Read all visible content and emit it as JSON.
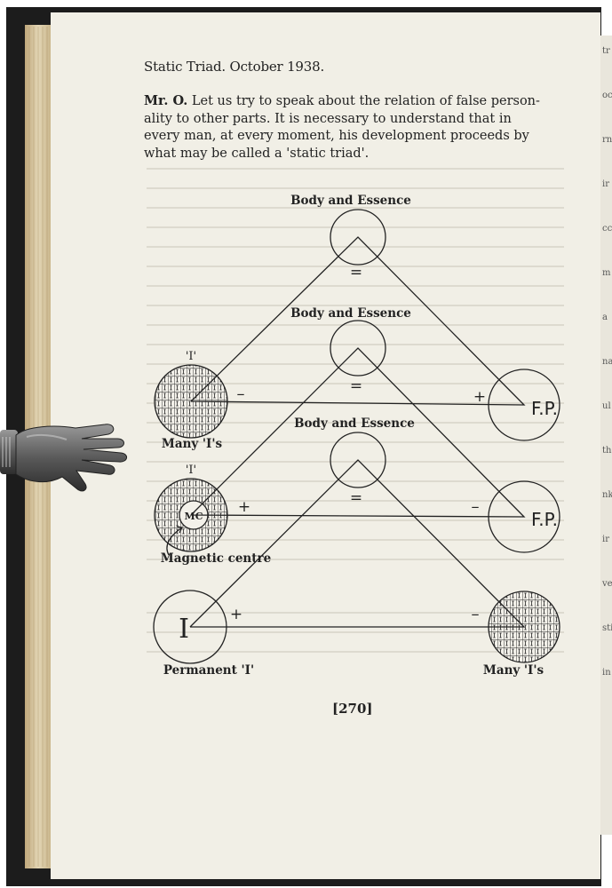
{
  "page": {
    "heading": "Static Triad. October 1938.",
    "speaker": "Mr. O.",
    "paragraph_lines": [
      "Let us try to speak about the relation of false person-",
      "ality to other parts. It is necessary to understand that in",
      "every man, at every moment, his development proceeds by",
      "what may be called a 'static triad'."
    ],
    "page_number": "[270]"
  },
  "diagram": {
    "triad1": {
      "top": "Body and Essence",
      "left_top_mark": "'I'",
      "left": "Many 'I's",
      "right": "F.P.",
      "sign_left": "–",
      "sign_right": "+",
      "sign_top": "="
    },
    "triad2": {
      "top": "Body and Essence",
      "left_top_mark": "'I'",
      "left_inner": "MC",
      "left": "Magnetic centre",
      "right": "F.P.",
      "sign_left": "+",
      "sign_right": "–",
      "sign_top": "="
    },
    "triad3": {
      "top": "Body and Essence",
      "left_inner": "I",
      "left": "Permanent 'I'",
      "right": "Many 'I's",
      "sign_left": "+",
      "sign_right": "–",
      "sign_top": "="
    }
  },
  "colors": {
    "paper": "#f1efe6",
    "ink": "#222222",
    "cover": "#1c1c1c",
    "edge": "#d8c9a6"
  }
}
